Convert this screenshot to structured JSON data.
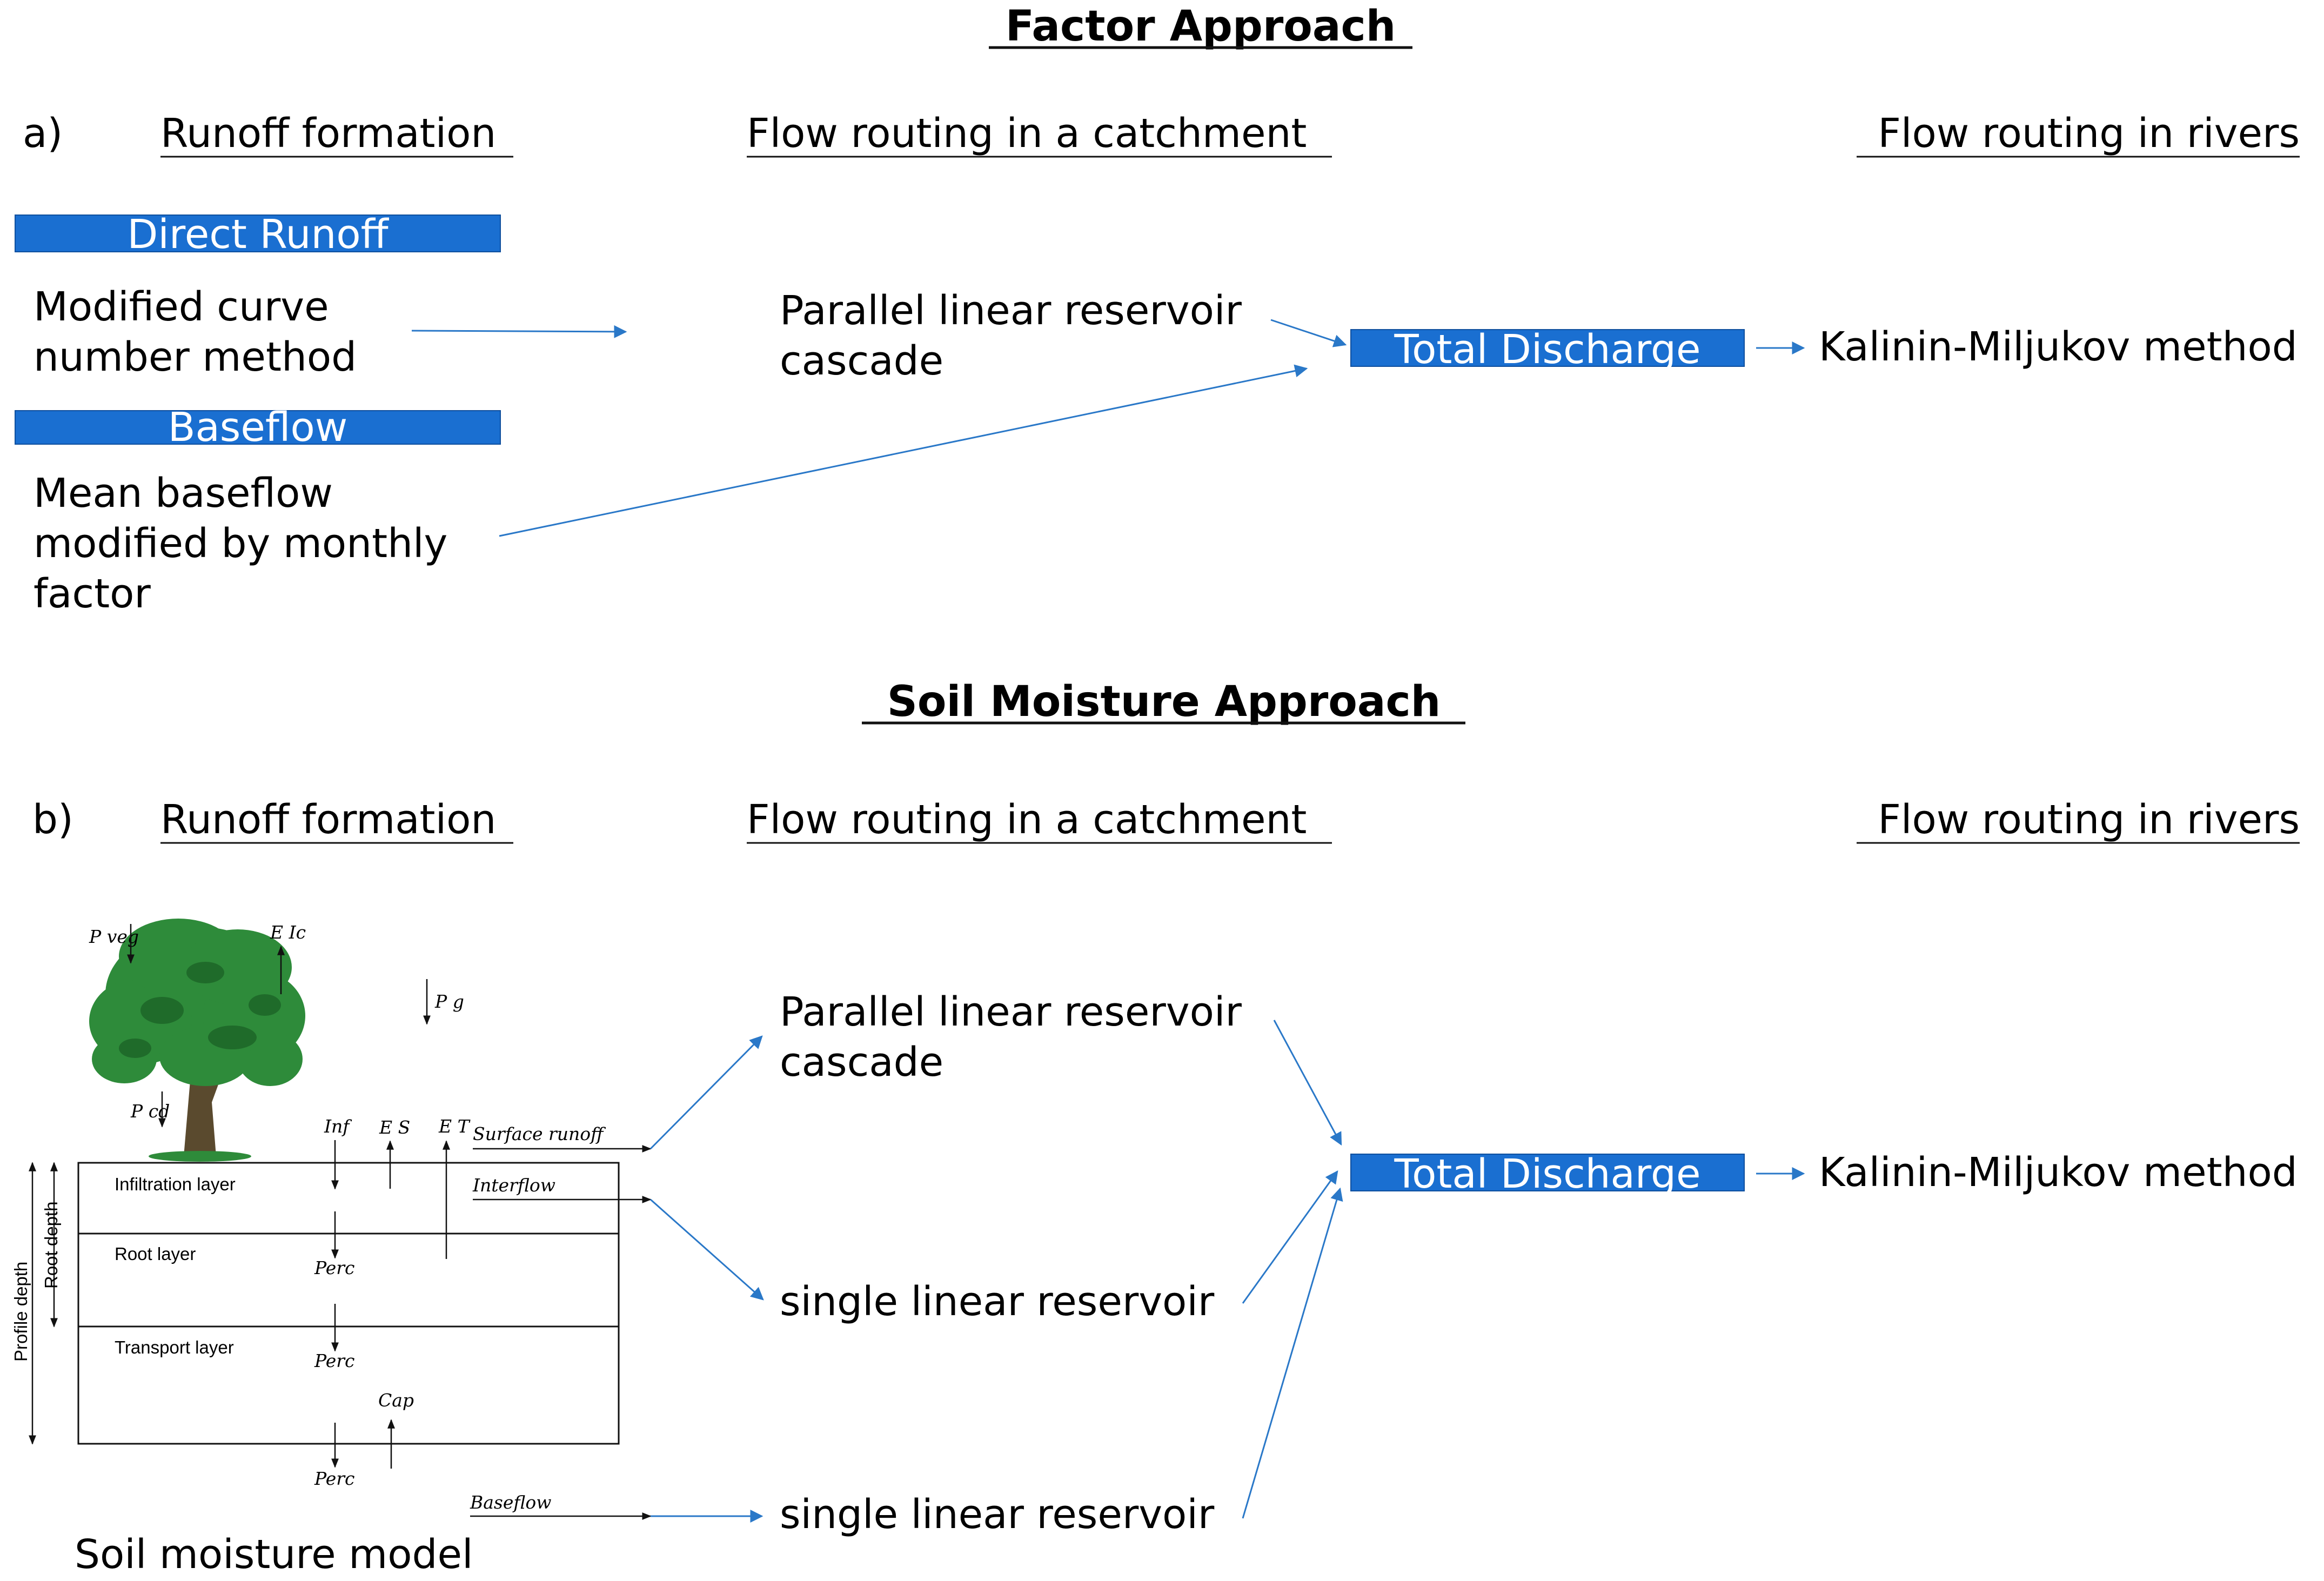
{
  "colors": {
    "accent": "#1a6fd1",
    "arrow": "#2a78c8",
    "tree": "#2e8b3a",
    "trunk": "#5a4a2e",
    "ink": "#111111"
  },
  "factor": {
    "title": "Factor Approach",
    "label": "a)",
    "headers": {
      "formation": "Runoff formation",
      "catchment": "Flow routing in a catchment",
      "rivers": "Flow routing in rivers"
    },
    "direct_runoff": "Direct Runoff",
    "direct_method": [
      "Modified curve",
      "number method"
    ],
    "baseflow": "Baseflow",
    "baseflow_method": [
      "Mean baseflow",
      "modified by monthly",
      "factor"
    ],
    "reservoir": [
      "Parallel linear reservoir",
      "cascade"
    ],
    "total_discharge": "Total Discharge",
    "river_method": "Kalinin-Miljukov method"
  },
  "soil": {
    "title": "Soil Moisture Approach",
    "label": "b)",
    "headers": {
      "formation": "Runoff formation",
      "catchment": "Flow routing in a catchment",
      "rivers": "Flow routing in rivers"
    },
    "reservoir_parallel": [
      "Parallel linear reservoir",
      "cascade"
    ],
    "reservoir_single_1": "single linear reservoir",
    "reservoir_single_2": "single linear reservoir",
    "total_discharge": "Total Discharge",
    "river_method": "Kalinin-Miljukov method",
    "model_caption": "Soil moisture model",
    "model": {
      "p_veg": "P veg",
      "e_ic": "E Ic",
      "p_g": "P g",
      "p_cd": "P cd",
      "inf": "Inf",
      "e_s": "E S",
      "e_t": "E T",
      "surface_runoff": "Surface runoff",
      "interflow": "Interflow",
      "baseflow": "Baseflow",
      "infiltration_layer": "Infiltration layer",
      "root_layer": "Root layer",
      "transport_layer": "Transport layer",
      "perc": "Perc",
      "cap": "Cap",
      "root_depth": "Root depth",
      "profile_depth": "Profile depth"
    }
  }
}
